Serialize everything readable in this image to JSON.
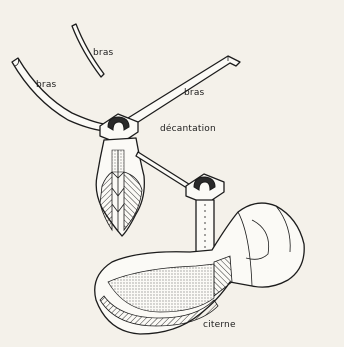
{
  "labels": {
    "bras_top": "bras",
    "bras_left": "bras",
    "bras_right": "bras",
    "decantation": "décantation",
    "citerne": "citerne"
  },
  "colors": {
    "background": "#f4f1ea",
    "ink": "#1c1c1c",
    "paper": "#fbfaf6"
  }
}
